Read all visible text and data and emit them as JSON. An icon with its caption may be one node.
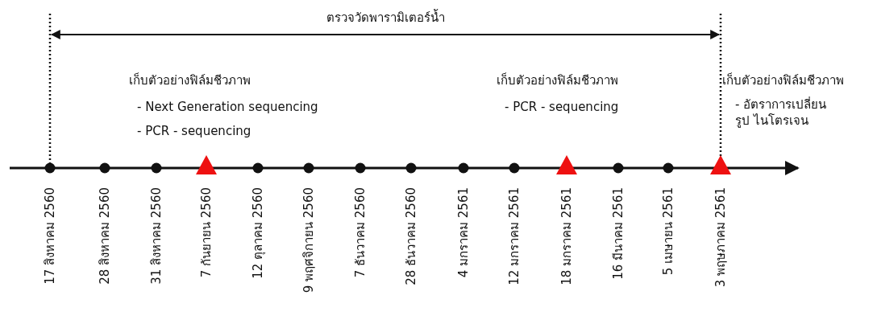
{
  "diagram": {
    "nodes": [
      {
        "text": [],
        "shape": "circle",
        "beside": [
          "17 สิงหาคม 2560"
        ]
      },
      {
        "text": [],
        "shape": "circle",
        "beside": [
          "28 สิงหาคม 2560"
        ]
      },
      {
        "text": [],
        "shape": "circle",
        "beside": [
          "31 สิงหาคม 2560"
        ]
      },
      {
        "text": [],
        "shape": "triangle",
        "beside": [
          "7 กันยายน 2560"
        ]
      },
      {
        "text": [],
        "shape": "circle",
        "beside": [
          "12 ตุลาคม 2560"
        ]
      },
      {
        "text": [],
        "shape": "circle",
        "beside": [
          "9 พฤศจิกายน 2560"
        ]
      },
      {
        "text": [],
        "shape": "circle",
        "beside": [
          "7 ธันวาคม 2560"
        ]
      },
      {
        "text": [],
        "shape": "circle",
        "beside": [
          "28 ธันวาคม 2560"
        ]
      },
      {
        "text": [],
        "shape": "circle",
        "beside": [
          "4 มกราคม 2561"
        ]
      },
      {
        "text": [],
        "shape": "circle",
        "beside": [
          "12 มกราคม 2561"
        ]
      },
      {
        "text": [],
        "shape": "triangle",
        "beside": [
          "18 มกราคม 2561"
        ]
      },
      {
        "text": [],
        "shape": "circle",
        "beside": [
          "16 มีนาคม 2561"
        ]
      },
      {
        "text": [],
        "shape": "circle",
        "beside": [
          "5 เมษายน 2561"
        ]
      },
      {
        "text": [],
        "shape": "triangle",
        "beside": [
          "3 พฤษภาคม 2561"
        ]
      }
    ],
    "labels": [
      "ตรวจวัดพารามิเตอร์น้ำ",
      "เก็บตัวอย่างฟิล์มชีวภาพ",
      "- Next Generation sequencing",
      "- PCR - sequencing",
      "เก็บตัวอย่างฟิล์มชีวภาพ",
      "- PCR - sequencing",
      "เก็บตัวอย่างฟิล์มชีวภาพ",
      "- อัตราการเปลี่ยนรูป ไนโตรเจน"
    ]
  }
}
